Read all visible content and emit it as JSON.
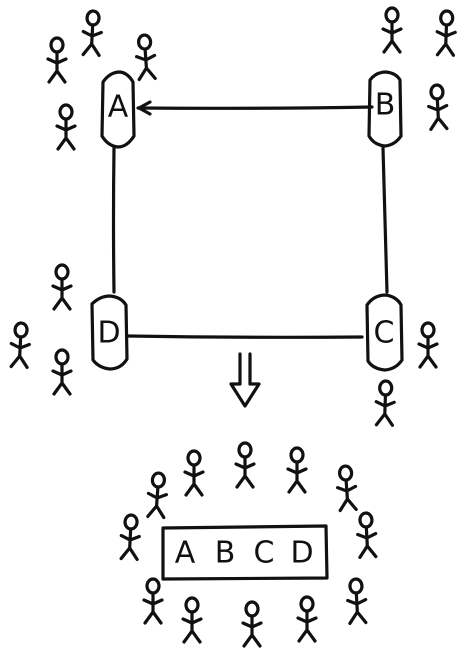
{
  "stations": {
    "a": {
      "label": "A"
    },
    "b": {
      "label": "B"
    },
    "c": {
      "label": "C"
    },
    "d": {
      "label": "D"
    }
  },
  "merged": {
    "letters": [
      "A",
      "B",
      "C",
      "D"
    ]
  }
}
